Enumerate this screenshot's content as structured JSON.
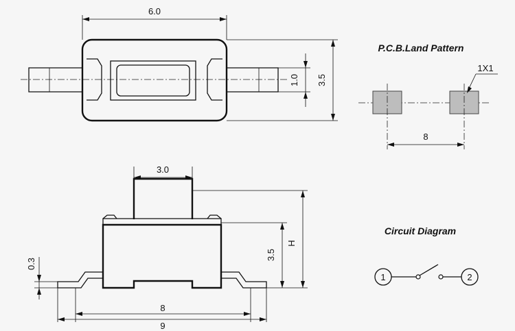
{
  "top_view": {
    "width_dim": "6.0",
    "slot_dim": "1.0",
    "height_dim": "3.5"
  },
  "land_pattern": {
    "title": "P.C.B.Land Pattern",
    "pad_size": "1X1",
    "pitch": "8"
  },
  "side_view": {
    "actuator_dim": "3.0",
    "lead_thickness": "0.3",
    "body_height": "3.5",
    "total_height": "H",
    "body_span": "8",
    "total_span": "9"
  },
  "circuit": {
    "title": "Circuit Diagram",
    "terminal_1": "1",
    "terminal_2": "2"
  }
}
